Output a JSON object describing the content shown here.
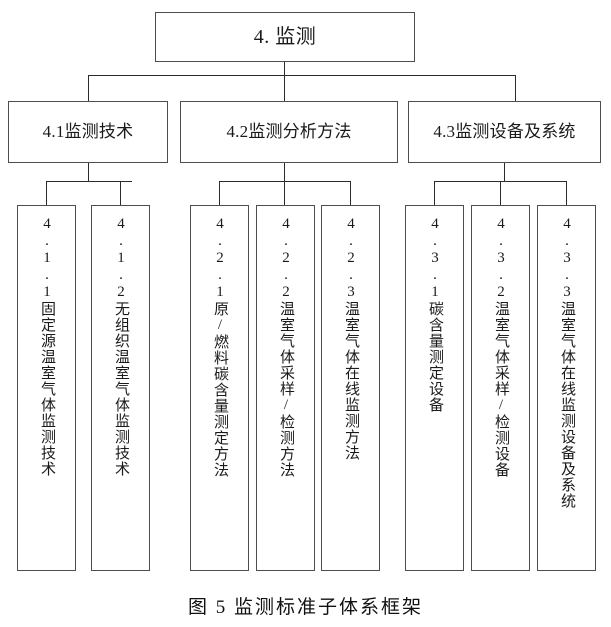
{
  "figure": {
    "caption": "图 5 监测标准子体系框架",
    "root": {
      "label": "4. 监测"
    },
    "branches": [
      {
        "label": "4.1监测技术",
        "children": [
          {
            "label": "4.1.1固定源温室气体监测技术"
          },
          {
            "label": "4.1.2无组织温室气体监测技术"
          }
        ]
      },
      {
        "label": "4.2监测分析方法",
        "children": [
          {
            "label": "4.2.1原/燃料碳含量测定方法"
          },
          {
            "label": "4.2.2温室气体采样/检测方法"
          },
          {
            "label": "4.2.3温室气体在线监测方法"
          }
        ]
      },
      {
        "label": "4.3监测设备及系统",
        "children": [
          {
            "label": "4.3.1碳含量测定设备"
          },
          {
            "label": "4.3.2温室气体采样/检测设备"
          },
          {
            "label": "4.3.3温室气体在线监测设备及系统"
          }
        ]
      }
    ]
  },
  "colors": {
    "border": "#4d4d4d",
    "line": "#2b2b2b",
    "text": "#1a1a1a",
    "background": "#ffffff"
  }
}
